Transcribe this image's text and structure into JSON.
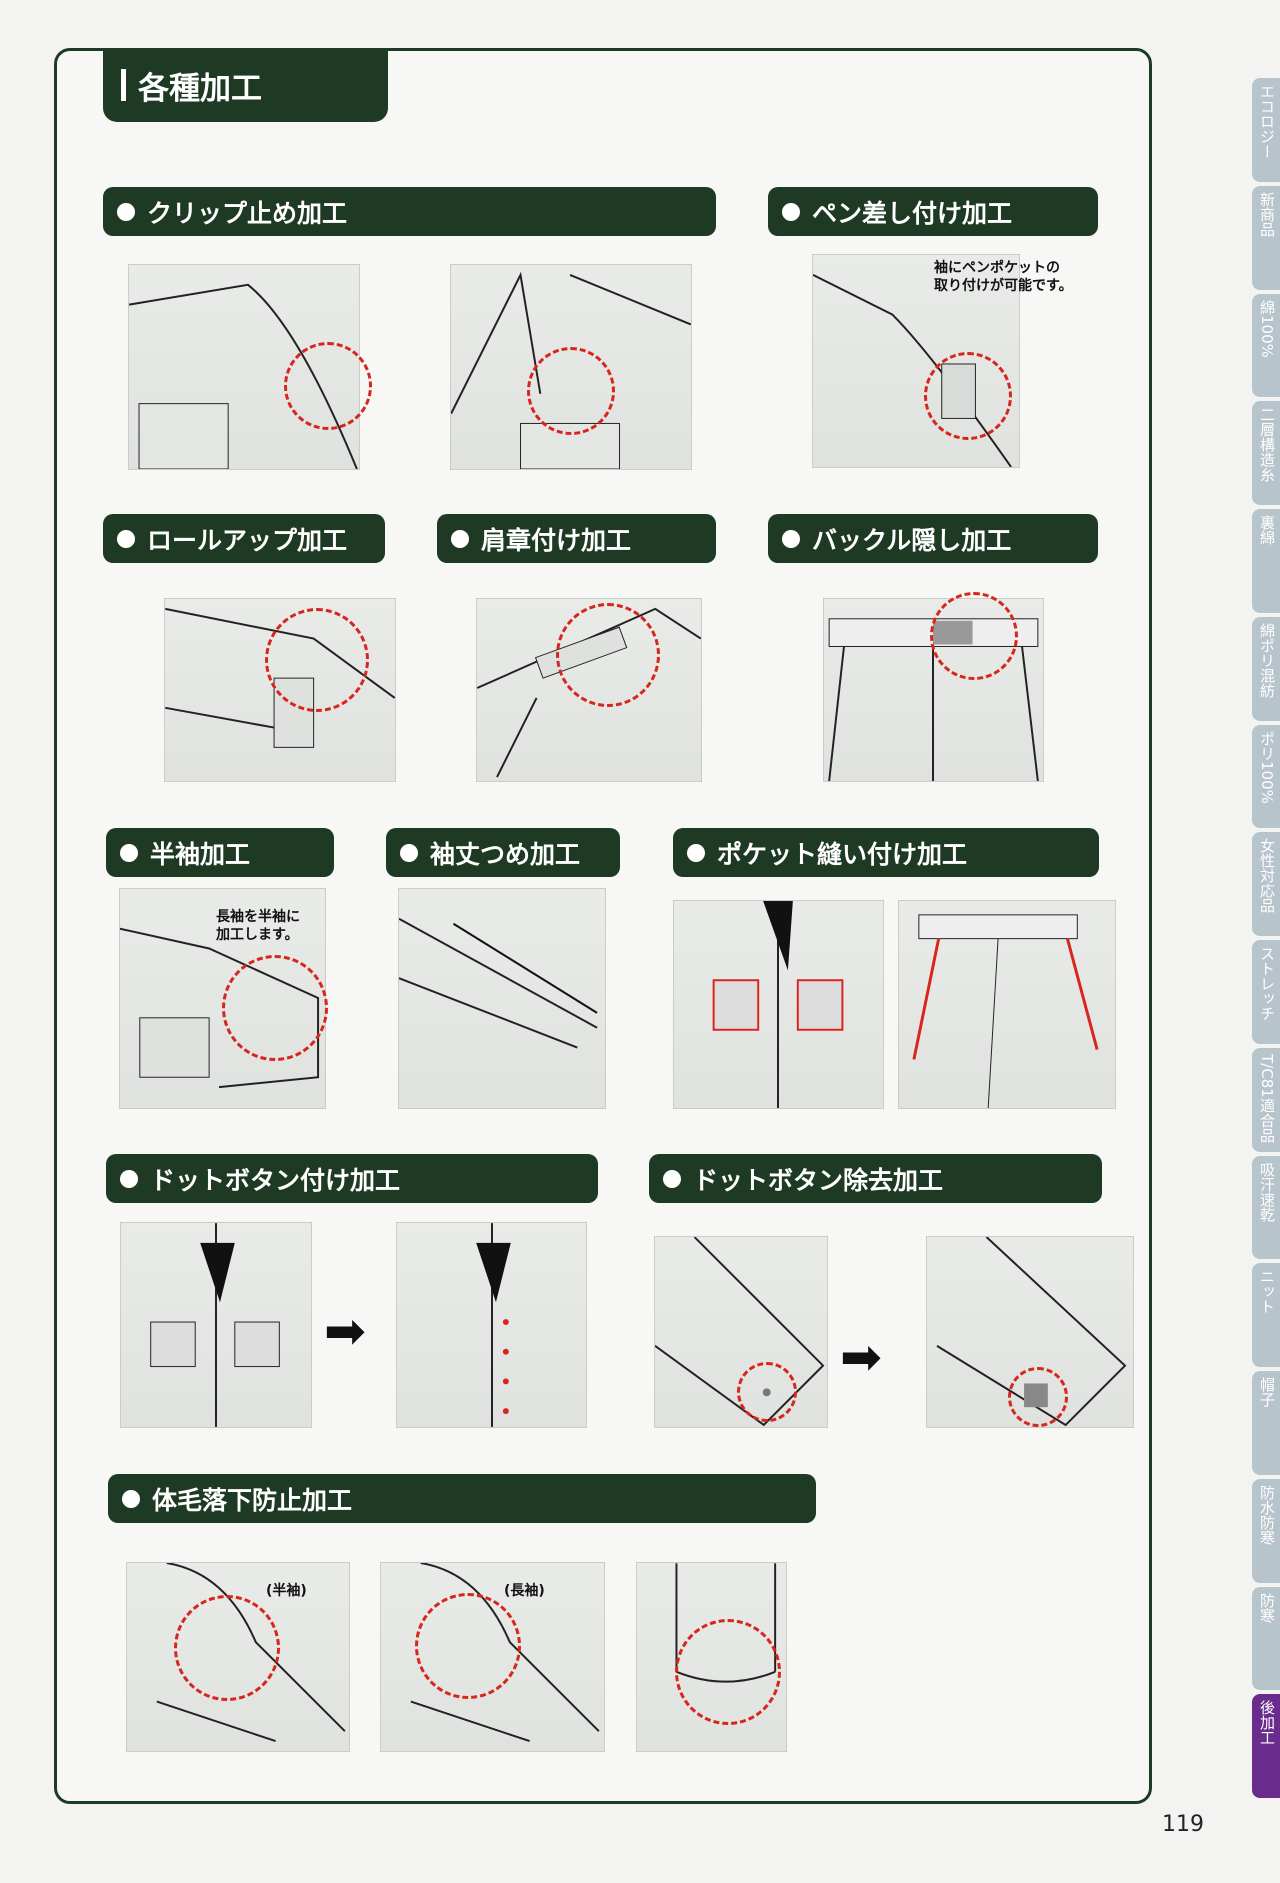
{
  "page_title": "各種加工",
  "sections": [
    {
      "label": "クリップ止め加工"
    },
    {
      "label": "ペン差し付け加工",
      "note": [
        "袖にペンポケットの",
        "取り付けが可能です。"
      ]
    },
    {
      "label": "ロールアップ加工"
    },
    {
      "label": "肩章付け加工"
    },
    {
      "label": "バックル隠し加工"
    },
    {
      "label": "半袖加工",
      "note": [
        "長袖を半袖に",
        "加工します。"
      ]
    },
    {
      "label": "袖丈つめ加工"
    },
    {
      "label": "ポケット縫い付け加工"
    },
    {
      "label": "ドットボタン付け加工"
    },
    {
      "label": "ドットボタン除去加工"
    },
    {
      "label": "体毛落下防止加工",
      "captions": [
        "(半袖)",
        "(長袖)"
      ]
    }
  ],
  "side_tabs": [
    "エコロジー",
    "新商品",
    "綿100%",
    "二層構造糸",
    "裏綿",
    "綿ポリ混紡",
    "ポリ100%",
    "女性対応品",
    "ストレッチ",
    "T/C81適合品",
    "吸汗速乾",
    "ニット",
    "帽子",
    "防水防寒",
    "防寒",
    "後加工"
  ],
  "page_number": "119",
  "colors": {
    "header": "#1e3a24",
    "highlight_circle": "#d9261c",
    "active_tab": "#6a2c8c"
  }
}
